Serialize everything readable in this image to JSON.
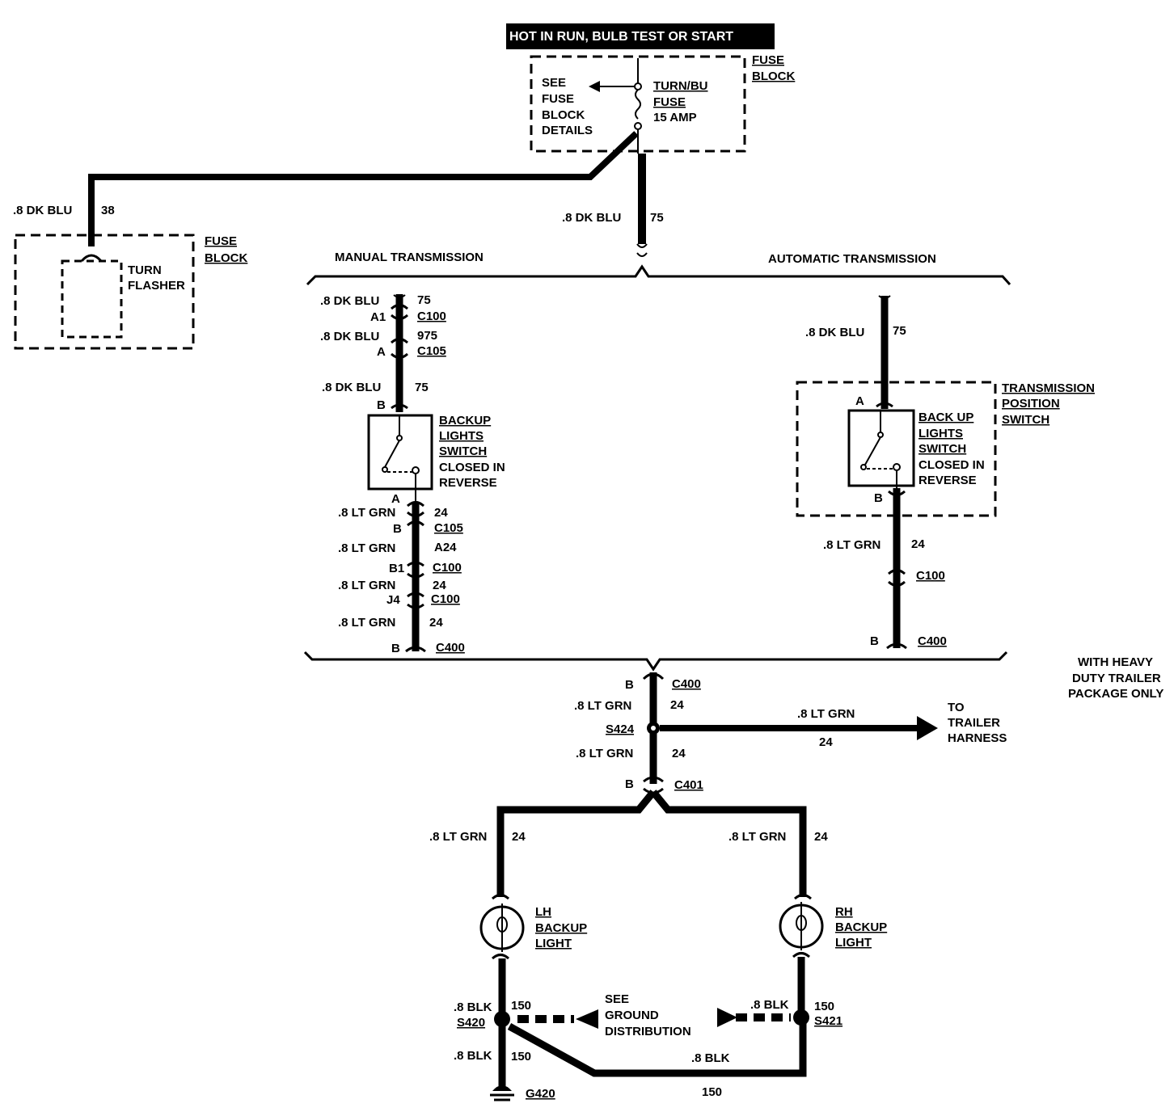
{
  "header": {
    "title": "HOT IN RUN, BULB TEST OR START"
  },
  "fuse_block": {
    "label": [
      "FUSE",
      "BLOCK"
    ],
    "see_details": [
      "SEE",
      "FUSE",
      "BLOCK",
      "DETAILS"
    ],
    "fuse_name": [
      "TURN/BU",
      "FUSE"
    ],
    "fuse_rating": "15 AMP"
  },
  "left": {
    "wire": ".8 DK BLU",
    "circuit": "38",
    "fuse_block_label": [
      "FUSE",
      "BLOCK"
    ],
    "flasher": [
      "TURN",
      "FLASHER"
    ]
  },
  "feed": {
    "wire": ".8 DK BLU",
    "circuit": "75"
  },
  "sections": {
    "manual": "MANUAL TRANSMISSION",
    "automatic": "AUTOMATIC TRANSMISSION"
  },
  "manual": {
    "w1": ".8 DK BLU",
    "c1": "75",
    "pin_a1": "A1",
    "conn_c100a": "C100",
    "w2": ".8 DK BLU",
    "c2": "975",
    "pin_a": "A",
    "conn_c105a": "C105",
    "w3": ".8 DK BLU",
    "c3": "75",
    "pin_b": "B",
    "switch": [
      "BACKUP",
      "LIGHTS",
      "SWITCH",
      "CLOSED IN",
      "REVERSE"
    ],
    "pin_a_out": "A",
    "w4": ".8 LT GRN",
    "c4": "24",
    "pin_b2": "B",
    "conn_c105b": "C105",
    "w5": ".8 LT GRN",
    "c5": "A24",
    "pin_b1": "B1",
    "conn_c100b": "C100",
    "w6": ".8 LT GRN",
    "c6": "24",
    "pin_j4": "J4",
    "conn_c100c": "C100",
    "w7": ".8 LT GRN",
    "c7": "24",
    "pin_b3": "B",
    "conn_c400": "C400"
  },
  "automatic": {
    "w1": ".8 DK BLU",
    "c1": "75",
    "pin_a": "A",
    "tps": [
      "TRANSMISSION",
      "POSITION",
      "SWITCH"
    ],
    "switch": [
      "BACK UP",
      "LIGHTS",
      "SWITCH",
      "CLOSED IN",
      "REVERSE"
    ],
    "pin_b": "B",
    "w2": ".8 LT GRN",
    "c2": "24",
    "conn_c100": "C100",
    "pin_b2": "B",
    "conn_c400": "C400"
  },
  "trailer_note": [
    "WITH HEAVY",
    "DUTY TRAILER",
    "PACKAGE ONLY"
  ],
  "center": {
    "pin_b": "B",
    "conn_c400": "C400",
    "w1": ".8 LT GRN",
    "c1": "24",
    "splice": "S424",
    "w2": ".8 LT GRN",
    "c2": "24",
    "pin_b2": "B",
    "conn_c401": "C401",
    "trailer_wire": ".8 LT GRN",
    "trailer_circuit": "24",
    "to_trailer": [
      "TO",
      "TRAILER",
      "HARNESS"
    ]
  },
  "lamps": {
    "left_wire": ".8 LT GRN",
    "left_circuit": "24",
    "right_wire": ".8 LT GRN",
    "right_circuit": "24",
    "lh": [
      "LH",
      "BACKUP",
      "LIGHT"
    ],
    "rh": [
      "RH",
      "BACKUP",
      "LIGHT"
    ]
  },
  "ground": {
    "s420_wire": ".8 BLK",
    "s420_circuit": "150",
    "s420": "S420",
    "see_ground": [
      "SEE",
      "GROUND",
      "DISTRIBUTION"
    ],
    "s421_wire": ".8 BLK",
    "s421_circuit": "150",
    "s421": "S421",
    "g_wire": ".8 BLK",
    "g_circuit": "150",
    "g420": "G420",
    "bottom_wire": ".8 BLK",
    "bottom_circuit": "150"
  }
}
